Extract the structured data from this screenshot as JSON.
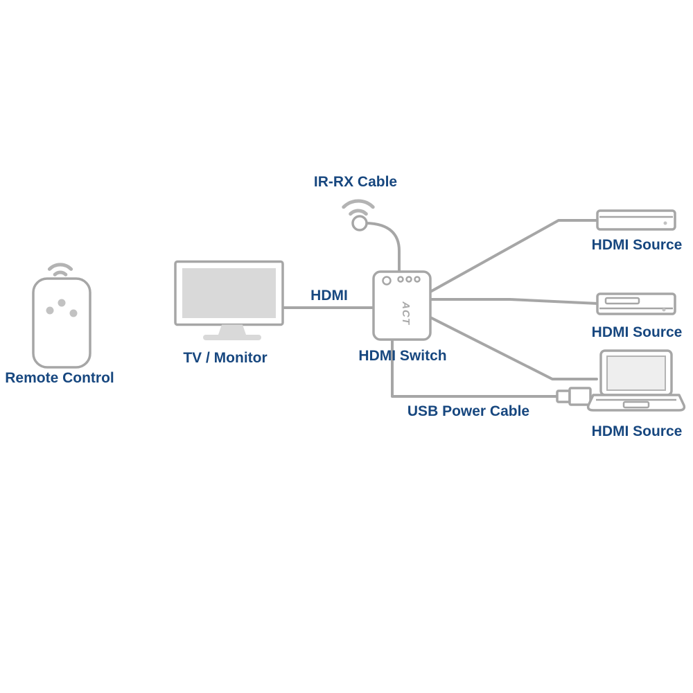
{
  "colors": {
    "label_text": "#17477f",
    "line_gray": "#a6a6a6",
    "fill_gray": "#d9d9d9",
    "wave_gray": "#b3b3b3"
  },
  "nodes": {
    "remote": {
      "label": "Remote Control"
    },
    "tv": {
      "label": "TV / Monitor"
    },
    "switch": {
      "label": "HDMI Switch",
      "logo": "ACT"
    },
    "source_top": {
      "label": "HDMI Source"
    },
    "source_middle": {
      "label": "HDMI Source"
    },
    "source_bottom": {
      "label": "HDMI Source"
    }
  },
  "cables": {
    "ir_rx": {
      "label": "IR-RX Cable"
    },
    "hdmi": {
      "label": "HDMI"
    },
    "usb_power": {
      "label": "USB Power Cable"
    }
  }
}
